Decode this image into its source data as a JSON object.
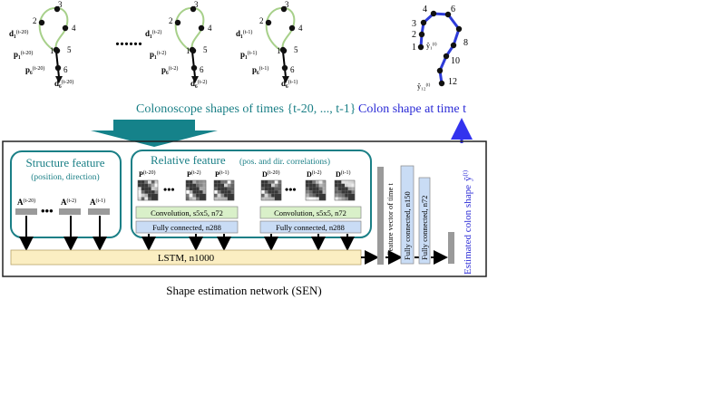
{
  "shapes": [
    {
      "node_numbers": [
        "1",
        "2",
        "3",
        "4",
        "5",
        "6"
      ],
      "label_d1": "d₁",
      "label_d1_sup": "(t-20)",
      "label_p1": "p₁",
      "label_p1_sup": "(t-20)",
      "label_p6": "p₆",
      "label_p6_sup": "(t-20)",
      "label_d6": "d₆",
      "label_d6_sup": "(t-20)"
    },
    {
      "node_numbers": [
        "1",
        "2",
        "3",
        "4",
        "5",
        "6"
      ],
      "label_d1": "d₁",
      "label_d1_sup": "(t-2)",
      "label_p1": "p₁",
      "label_p1_sup": "(t-2)",
      "label_p6": "p₆",
      "label_p6_sup": "(t-2)",
      "label_d6": "d₆",
      "label_d6_sup": "(t-2)"
    },
    {
      "node_numbers": [
        "1",
        "2",
        "3",
        "4",
        "5",
        "6"
      ],
      "label_d1": "d₁",
      "label_d1_sup": "(t-1)",
      "label_p1": "p₁",
      "label_p1_sup": "(t-1)",
      "label_p6": "p₆",
      "label_p6_sup": "(t-1)",
      "label_d6": "d₆",
      "label_d6_sup": "(t-1)"
    }
  ],
  "dots_separator": "......",
  "colonoscope_caption": "Colonoscope shapes of times {t-20, ..., t-1}",
  "colon_shape": {
    "node_numbers": [
      "1",
      "2",
      "3",
      "4",
      "6",
      "8",
      "10",
      "12"
    ],
    "label_y1": "ŷ₁",
    "label_y1_sup": "(t)",
    "label_y12": "ŷ₁₂",
    "label_y12_sup": "(t)"
  },
  "colon_caption": "Colon shape at time t",
  "structure_feature": {
    "title": "Structure feature",
    "subtitle": "(position, direction)",
    "inputs": [
      "A",
      "A",
      "A"
    ],
    "input_sups": [
      "(t-20)",
      "(t-2)",
      "(t-1)"
    ]
  },
  "relative_feature": {
    "title": "Relative feature",
    "subtitle": "(pos. and dir. correlations)",
    "p_labels": [
      "P",
      "P",
      "P"
    ],
    "p_sups": [
      "(t-20)",
      "(t-2)",
      "(t-1)"
    ],
    "d_labels": [
      "D",
      "D",
      "D"
    ],
    "d_sups": [
      "(t-20)",
      "(t-2)",
      "(t-1)"
    ],
    "conv_label_1": "Convolution, s5x5, n72",
    "conv_label_2": "Convolution, s5x5, n72",
    "fc_label_1": "Fully connected, n288",
    "fc_label_2": "Fully connected, n288"
  },
  "lstm_label": "LSTM, n1000",
  "feature_vector_label": "Feature vector of time t",
  "fc150_label": "Fully connected, n150",
  "fc72_label": "Fully connected, n72",
  "estimated_label": "Estimated colon shape",
  "estimated_sym": "ŷ",
  "estimated_sup": "(t)",
  "network_caption": "Shape estimation network (SEN)",
  "colors": {
    "teal": "#1a7f86",
    "teal_arrow": "#15828a",
    "blue_caption": "#2b2bd6",
    "lstm_fill": "#fbeec2",
    "conv_fill": "#d9f0c9",
    "fc_fill": "#c9dcf5",
    "vector_gray": "#9a9a9a",
    "curve_green": "#a7d08a",
    "colon_blue": "#2d3bd8"
  }
}
